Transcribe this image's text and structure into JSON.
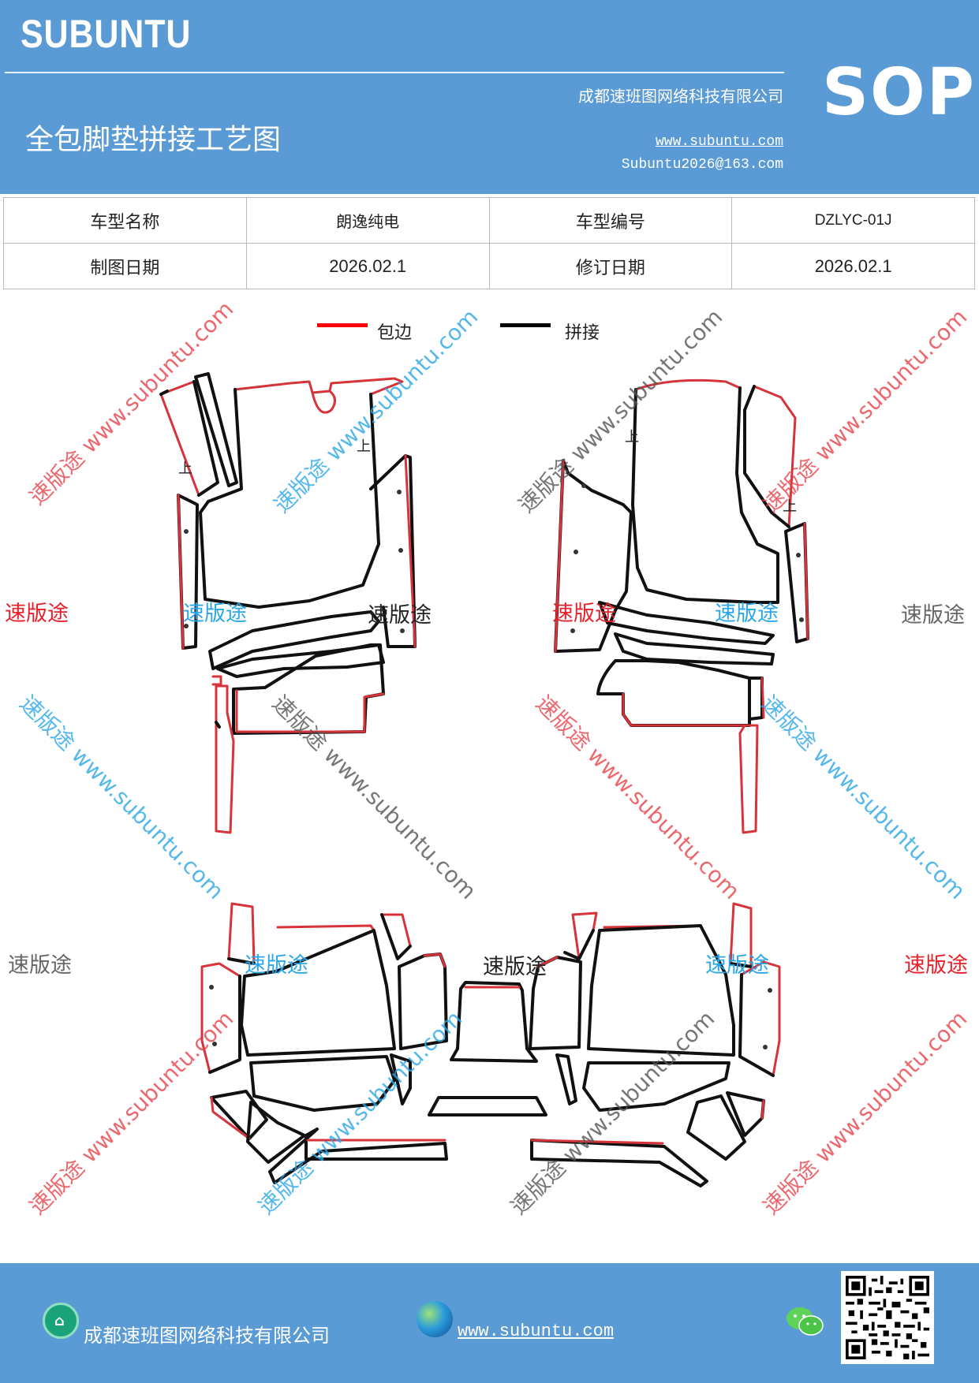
{
  "header": {
    "brand": "SUBUNTU",
    "company": "成都速班图网络科技有限公司",
    "title": "全包脚垫拼接工艺图",
    "website": "www.subuntu.com",
    "email": "Subuntu2026@163.com",
    "doc_type": "SOP"
  },
  "info": {
    "model_name_label": "车型名称",
    "model_name": "朗逸纯电",
    "model_code_label": "车型编号",
    "model_code": "DZLYC-01J",
    "draw_date_label": "制图日期",
    "draw_date": "2026.02.1",
    "revise_date_label": "修订日期",
    "revise_date": "2026.02.1"
  },
  "legend": {
    "edge_label": "包边",
    "edge_color": "#ff0000",
    "seam_label": "拼接",
    "seam_color": "#000000"
  },
  "drawing": {
    "up_mark": "上"
  },
  "watermark": {
    "brand": "速版途",
    "diagonal": "速版途 www.subuntu.com",
    "colors": {
      "red": "#e8434a",
      "blue": "#2aa7e8",
      "gray": "#555555"
    }
  },
  "footer": {
    "company": "成都速班图网络科技有限公司",
    "website": "www.subuntu.com",
    "logo_icon": "building-icon",
    "globe_icon": "globe-icon",
    "wechat_icon": "wechat-icon",
    "qr_icon": "qr-code"
  }
}
